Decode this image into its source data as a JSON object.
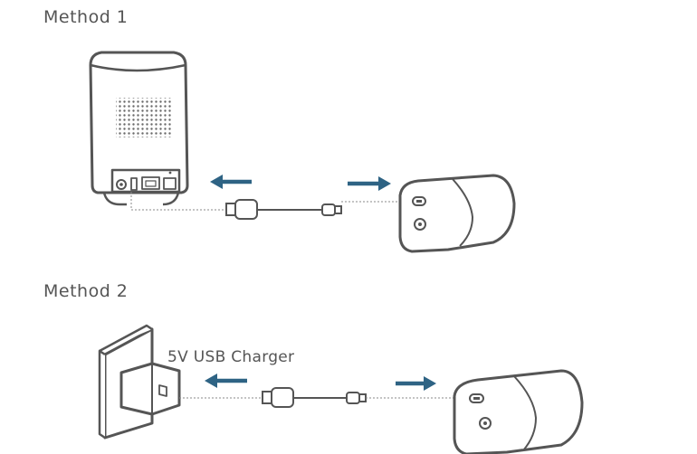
{
  "methods": [
    {
      "title": "Method 1"
    },
    {
      "title": "Method 2",
      "charger_label": "5V USB Charger"
    }
  ],
  "colors": {
    "arrow": "#2e6384",
    "line": "#5a5a5a"
  },
  "icons": [
    "homebase-icon",
    "camera-icon",
    "usb-cable-icon",
    "wall-socket-icon",
    "charger-plug-icon",
    "arrow-left-icon",
    "arrow-right-icon"
  ]
}
